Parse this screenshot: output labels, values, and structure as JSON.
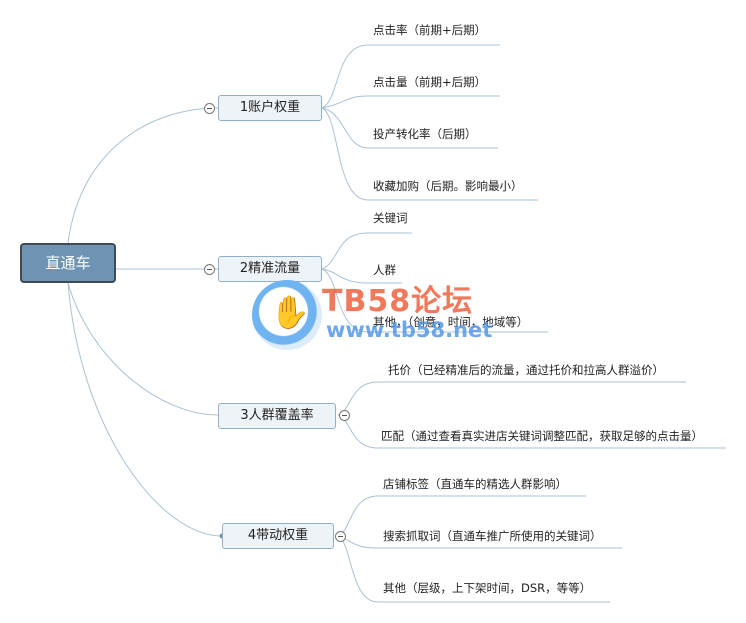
{
  "root": {
    "label": "直通车"
  },
  "branches": [
    {
      "label": "1账户权重",
      "leaves": [
        "点击率（前期+后期）",
        "点击量（前期+后期）",
        "投产转化率（后期）",
        "收藏加购（后期。影响最小）"
      ]
    },
    {
      "label": "2精准流量",
      "leaves": [
        "关键词",
        "人群",
        "其他，（创意，时间，地域等）"
      ]
    },
    {
      "label": "3人群覆盖率",
      "leaves": [
        "托价（已经精准后的流量，通过托价和拉高人群溢价）",
        "匹配（通过查看真实进店关键词调整匹配，获取足够的点击量）"
      ]
    },
    {
      "label": "4带动权重",
      "leaves": [
        "店铺标签（直通车的精选人群影响）",
        "搜索抓取词（直通车推广所使用的关键词）",
        "其他（层级，上下架时间，DSR，等等）"
      ]
    }
  ],
  "watermark": {
    "title": "TB58论坛",
    "url": "www.tb58.net"
  },
  "colors": {
    "root_fill": "#6f94b3",
    "root_border": "#3e4b57",
    "branch_fill": "#eef3f7",
    "branch_border": "#8fb0c8",
    "line": "#a9c2d4"
  }
}
